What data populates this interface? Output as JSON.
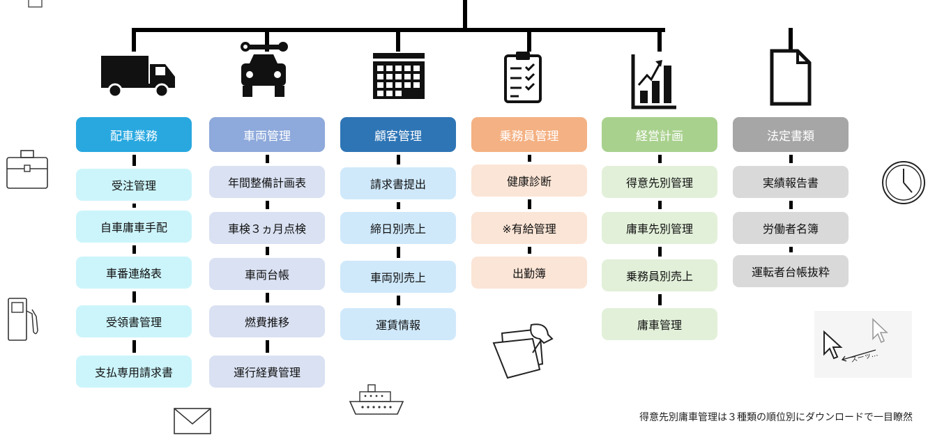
{
  "columns": [
    {
      "header": "配車業務",
      "header_color": "#29a8e0",
      "item_color": "#ccf5fb",
      "items": [
        "受注管理",
        "自車庸車手配",
        "車番連絡表",
        "受領書管理",
        "支払専用請求書"
      ]
    },
    {
      "header": "車両管理",
      "header_color": "#8ea9db",
      "item_color": "#d9e1f2",
      "items": [
        "年間整備計画表",
        "車検３ヵ月点検",
        "車両台帳",
        "燃費推移",
        "運行経費管理"
      ]
    },
    {
      "header": "顧客管理",
      "header_color": "#2e75b6",
      "item_color": "#cfe9fb",
      "items": [
        "請求書提出",
        "締日別売上",
        "車両別売上",
        "運賃情報"
      ]
    },
    {
      "header": "乗務員管理",
      "header_color": "#f4b183",
      "item_color": "#fbe5d6",
      "items": [
        "健康診断",
        "※有給管理",
        "出勤簿"
      ]
    },
    {
      "header": "経営計画",
      "header_color": "#a9d18e",
      "item_color": "#e2f0d9",
      "items": [
        "得意先別管理",
        "庸車先別管理",
        "乗務員別売上",
        "庸車管理"
      ]
    },
    {
      "header": "法定書類",
      "header_color": "#a6a6a6",
      "item_color": "#d9d9d9",
      "items": [
        "実績報告書",
        "労働者名簿",
        "運転者台帳抜粋"
      ]
    }
  ],
  "icons": [
    "truck-icon",
    "car-repair-icon",
    "calendar-icon",
    "clipboard-checklist-icon",
    "chart-icon",
    "document-icon",
    "briefcase-icon",
    "fuel-pump-icon",
    "envelope-icon",
    "ship-icon",
    "notes-pin-icon",
    "clock-icon",
    "cursor-swipe-icon",
    "memo-icon"
  ],
  "swipe_text": "スーッ…",
  "caption": "得意先別庸車管理は３種類の順位別にダウンロードで一目瞭然"
}
